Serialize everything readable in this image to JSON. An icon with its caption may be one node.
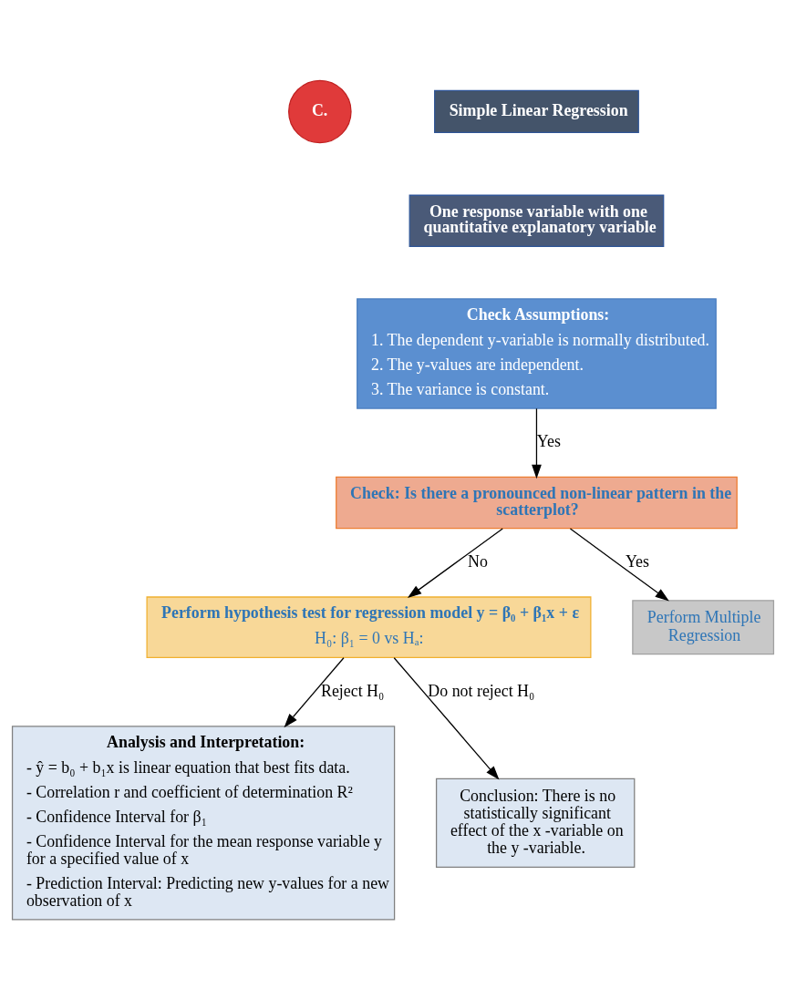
{
  "diagram": {
    "nodes": [
      {
        "text": [
          "C."
        ]
      },
      {
        "text": [
          "Simple Linear Regression"
        ]
      },
      {
        "text": [
          "One response variable with one quantitative explanatory variable"
        ]
      },
      {
        "text": [
          "Check Assumptions:",
          "1. The dependent y-variable is normally distributed.",
          "2. The y-values are independent.",
          "3. The variance is constant."
        ]
      },
      {
        "text": [
          "Check: Is there a pronounced non-linear pattern in the scatterplot?"
        ]
      },
      {
        "text": [
          "Perform hypothesis test for regression model y = β₀ + β₁x + ε",
          "H₀: β₁ = 0 vs Hₐ:"
        ]
      },
      {
        "text": [
          "Perform Multiple Regression"
        ]
      },
      {
        "text": [
          "Analysis and Interpretation:",
          "- ŷ = b₀ + b₁x is linear equation that best fits data.",
          "- Correlation r and coefficient of determination R²",
          "- Confidence Interval for β₁",
          "- Confidence Interval for the mean response variable y for a specified value of x",
          "- Prediction Interval: Predicting new y-values for a new observation of x"
        ]
      },
      {
        "text": [
          "Conclusion: There is no statistically significant effect of the x -variable on the y -variable."
        ]
      }
    ],
    "edges": [
      {
        "from": 3,
        "to": 4,
        "arrow": "to",
        "label": "Yes"
      },
      {
        "from": 4,
        "to": 5,
        "arrow": "to",
        "label": "No"
      },
      {
        "from": 4,
        "to": 6,
        "arrow": "to",
        "label": "Yes"
      },
      {
        "from": 5,
        "to": 7,
        "arrow": "to",
        "label": "Reject H₀"
      },
      {
        "from": 5,
        "to": 8,
        "arrow": "to",
        "label": "Do not reject H₀"
      }
    ]
  }
}
